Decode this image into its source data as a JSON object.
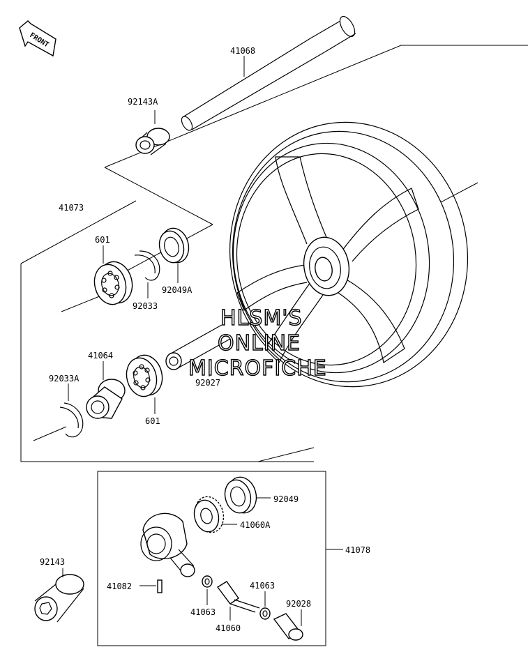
{
  "front_badge": {
    "text": "FRONT",
    "icon": "front-arrow-icon"
  },
  "labels": {
    "p41068": "41068",
    "p92143A": "92143A",
    "p41073": "41073",
    "p601a": "601",
    "p92049A": "92049A",
    "p92033": "92033",
    "p41064": "41064",
    "p92033A": "92033A",
    "p601b": "601",
    "p92027": "92027",
    "p92049": "92049",
    "p41060A": "41060A",
    "p41078": "41078",
    "p92143": "92143",
    "p41082": "41082",
    "p41063a": "41063",
    "p41063b": "41063",
    "p92028": "92028",
    "p41060": "41060"
  },
  "watermark": {
    "line1": "HLSM'S",
    "line2": "ONLINE",
    "line3": "MICROFICHE"
  }
}
